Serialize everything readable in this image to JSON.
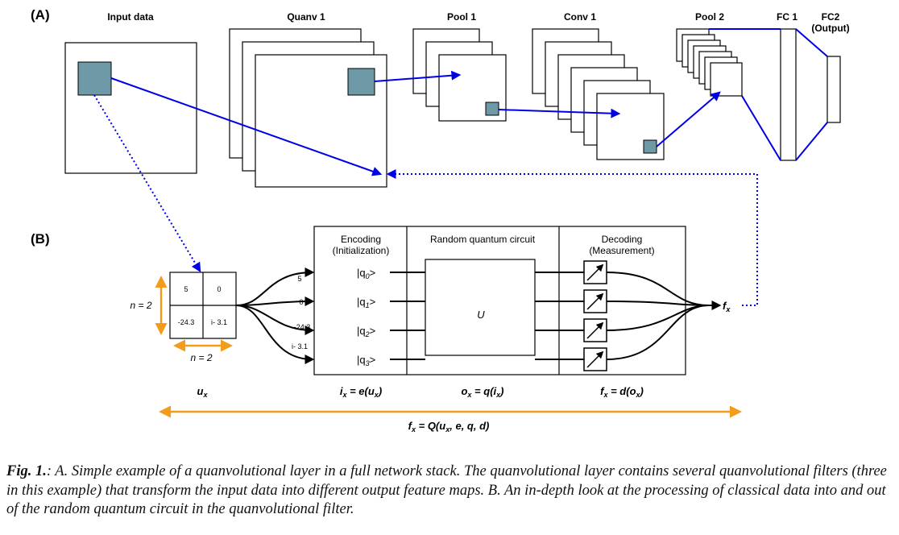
{
  "panel_a": {
    "label": "(A)",
    "layers": {
      "input": "Input data",
      "quanv1": "Quanv 1",
      "pool1": "Pool 1",
      "conv1": "Conv 1",
      "pool2": "Pool 2",
      "fc1": "FC 1",
      "fc2_line1": "FC2",
      "fc2_line2": "(Output)"
    }
  },
  "panel_b": {
    "label": "(B)",
    "grid": {
      "cells": [
        "5",
        "0",
        "-24.3",
        "i-  3.1"
      ],
      "n_vertical": "n = 2",
      "n_horizontal": "n = 2"
    },
    "wire_values": [
      "5",
      "0",
      "-24.3",
      "i-  3.1"
    ],
    "encoding": {
      "title1": "Encoding",
      "title2": "(Initialization)"
    },
    "random_circuit": {
      "title": "Random quantum circuit",
      "unitary": "U"
    },
    "decoding": {
      "title1": "Decoding",
      "title2": "(Measurement)"
    },
    "qubits": [
      {
        "pre": "|q",
        "sub": "0",
        "post": ">"
      },
      {
        "pre": "|q",
        "sub": "1",
        "post": ">"
      },
      {
        "pre": "|q",
        "sub": "2",
        "post": ">"
      },
      {
        "pre": "|q",
        "sub": "3",
        "post": ">"
      }
    ],
    "output": {
      "f": "f",
      "sub": "x"
    },
    "formulas": {
      "ux": {
        "u": "u",
        "sub": "x"
      },
      "ix": {
        "a": "i",
        "a_sub": "x",
        "eq": " = e(",
        "b": "u",
        "b_sub": "x",
        "close": ")"
      },
      "ox": {
        "a": "o",
        "a_sub": "x",
        "eq": " = q(",
        "b": "i",
        "b_sub": "x",
        "close": ")"
      },
      "fx": {
        "a": "f",
        "a_sub": "x",
        "eq": " = d(",
        "b": "o",
        "b_sub": "x",
        "close": ")"
      },
      "total": {
        "a": "f",
        "a_sub": "x",
        "eq": " = Q(",
        "b": "u",
        "b_sub": "x",
        "rest": ", e, q, d)"
      }
    }
  },
  "caption": {
    "lead": "Fig.  1.",
    "text": ": A. Simple example of a quanvolutional layer in a full network stack. The quanvolutional layer contains several quanvolutional filters (three in this example) that transform the input data into different output feature maps. B. An in-depth look at the processing of classical data into and out of the random quantum circuit in the quanvolutional filter."
  },
  "colors": {
    "blue": "#0000e6",
    "orange": "#f39c1b",
    "patch": "#6e9aa8",
    "black": "#000000"
  }
}
